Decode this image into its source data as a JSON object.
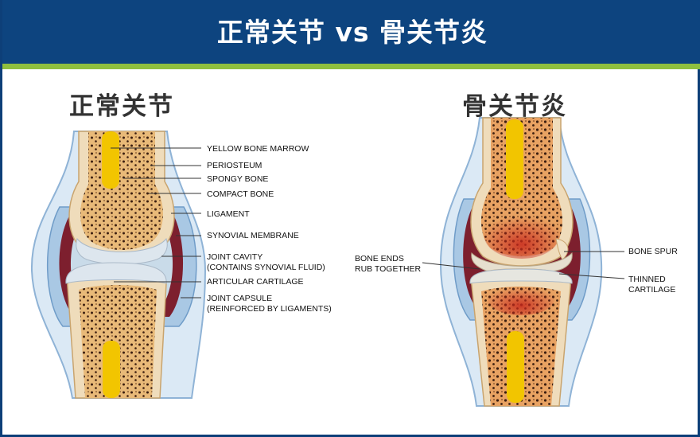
{
  "header": {
    "title": "正常关节 vs 骨关节炎"
  },
  "panels": {
    "normal": {
      "title": "正常关节",
      "labels": {
        "yellow_bone_marrow": "YELLOW BONE MARROW",
        "periosteum": "PERIOSTEUM",
        "spongy_bone": "SPONGY BONE",
        "compact_bone": "COMPACT BONE",
        "ligament": "LIGAMENT",
        "synovial_membrane": "SYNOVIAL MEMBRANE",
        "joint_cavity_1": "JOINT CAVITY",
        "joint_cavity_2": "(CONTAINS SYNOVIAL FLUID)",
        "articular_cartilage": "ARTICULAR CARTILAGE",
        "joint_capsule_1": "JOINT CAPSULE",
        "joint_capsule_2": "(REINFORCED BY LIGAMENTS)"
      }
    },
    "osteoarthritis": {
      "title": "骨关节炎",
      "labels": {
        "bone_ends_1": "BONE ENDS",
        "bone_ends_2": "RUB TOGETHER",
        "bone_spur": "BONE SPUR",
        "thinned_1": "THINNED",
        "thinned_2": "CARTILAGE"
      }
    }
  },
  "colors": {
    "header_blue": "#0d447f",
    "accent_green": "#8fbf3f",
    "capsule_blue": "#a9c8e4",
    "synovium_red": "#7d1f2e",
    "bone_tan": "#e6bf85",
    "marrow_yellow": "#f2c500",
    "cartilage": "#dde6ee"
  }
}
